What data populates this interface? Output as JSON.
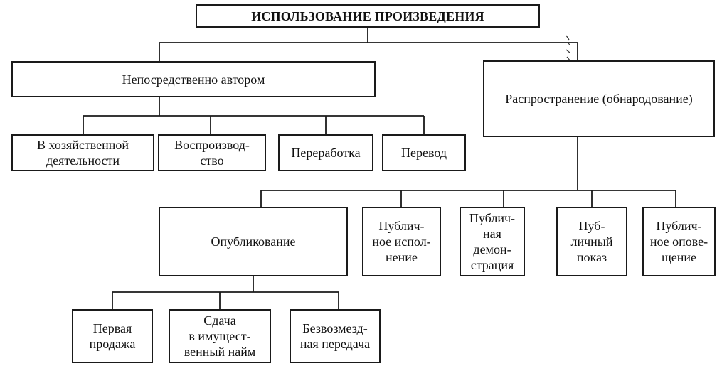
{
  "title": "ИСПОЛЬЗОВАНИЕ ПРОИЗВЕДЕНИЯ",
  "branches": {
    "direct": "Непосредственно автором",
    "distribution": "Распространение (обнародование)"
  },
  "direct_items": {
    "economic": "В хозяйственной\nдеятельности",
    "reproduction": "Воспроизвод-\nство",
    "processing": "Переработка",
    "translation": "Перевод"
  },
  "distribution_items": {
    "publication": "Опубликование",
    "public_performance": "Публич-\nное испол-\nнение",
    "public_demonstration": "Публич-\nная\nдемон-\nстрация",
    "public_show": "Пуб-\nличный\nпоказ",
    "public_broadcast": "Публич-\nное опове-\nщение"
  },
  "publication_items": {
    "first_sale": "Первая\nпродажа",
    "lease": "Сдача\nв имущест-\nвенный найм",
    "free_transfer": "Безвозмезд-\nная передача"
  }
}
